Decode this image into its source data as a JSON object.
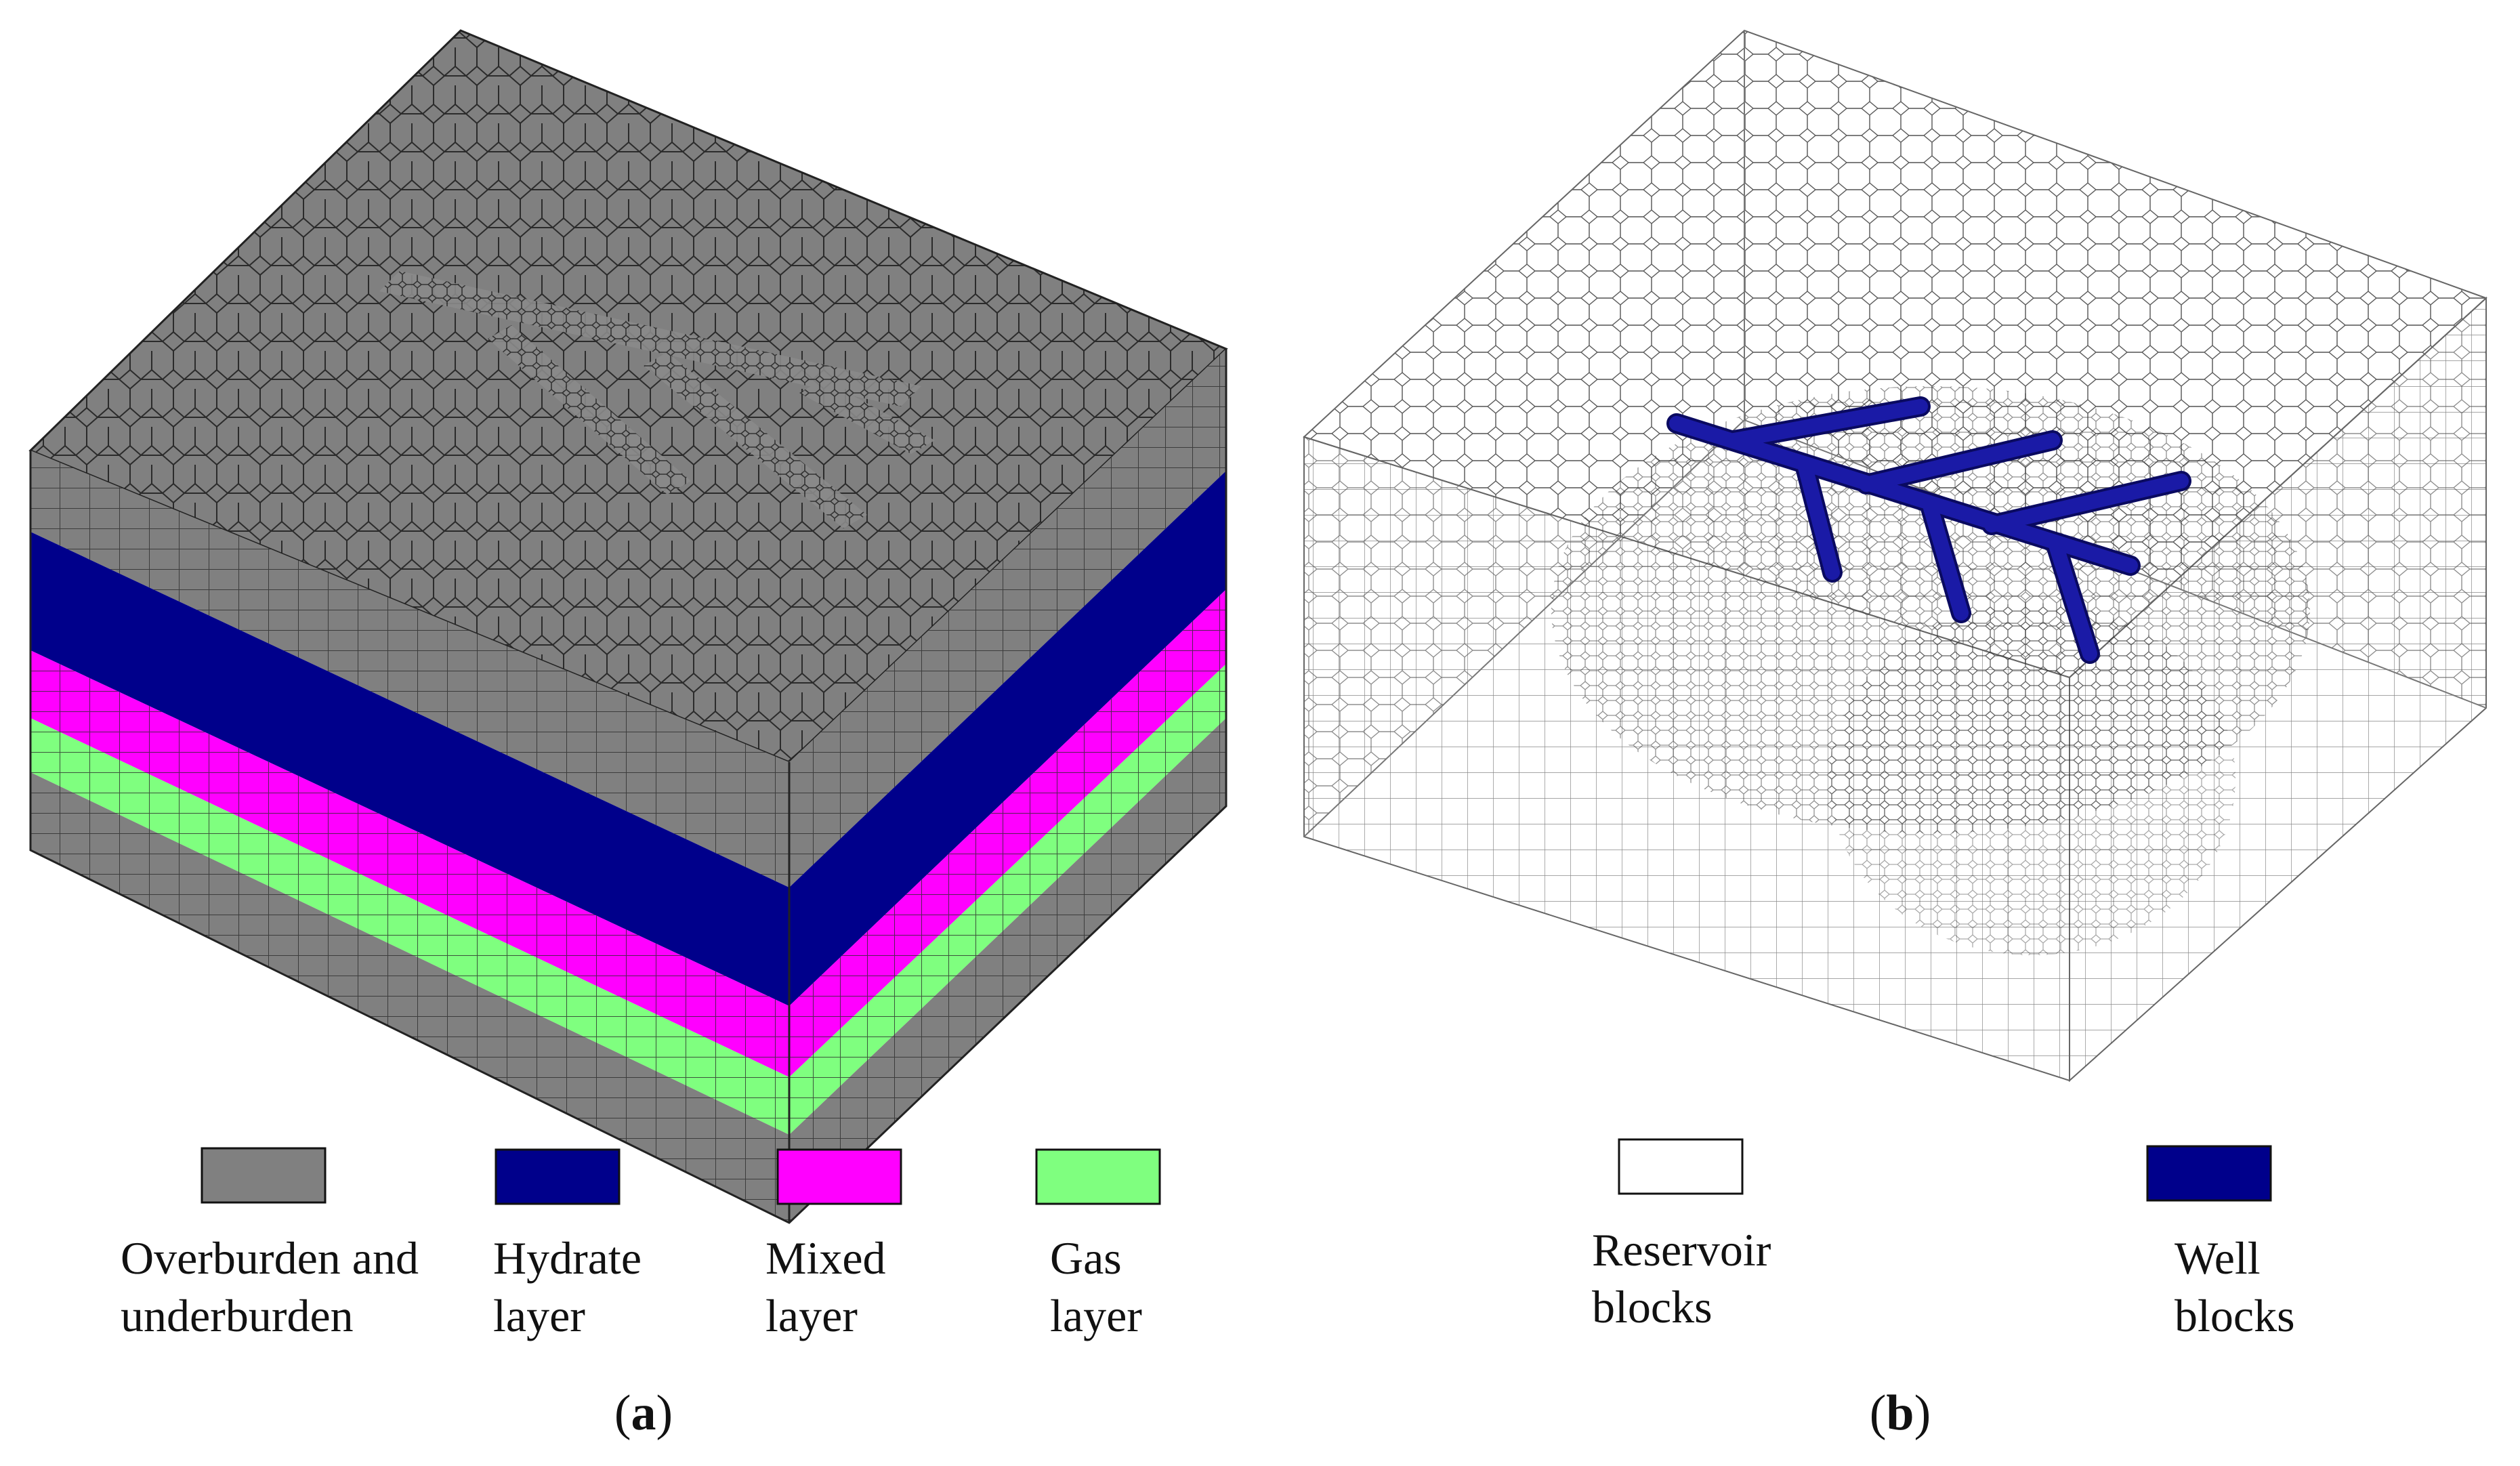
{
  "panel_a": {
    "label_open": "(",
    "label_letter": "a",
    "label_close": ")",
    "legend": [
      {
        "line1": "Overburden and",
        "line2": "underburden",
        "color": "#808080"
      },
      {
        "line1": "Hydrate",
        "line2": "layer",
        "color": "#00008b"
      },
      {
        "line1": "Mixed",
        "line2": "layer",
        "color": "#ff00ff"
      },
      {
        "line1": "Gas",
        "line2": "layer",
        "color": "#7fff7f"
      }
    ]
  },
  "panel_b": {
    "label_open": "(",
    "label_letter": "b",
    "label_close": ")",
    "legend": [
      {
        "line1": "Reservoir",
        "line2": "blocks",
        "color": "#ffffff"
      },
      {
        "line1": "Well",
        "line2": "blocks",
        "color": "#00008b"
      }
    ]
  },
  "colors": {
    "overburden": "#808080",
    "hydrate": "#00008b",
    "mixed": "#ff00ff",
    "gas": "#7fff7f",
    "well": "#1a1aa6",
    "mesh_line": "#1a1a1a"
  }
}
